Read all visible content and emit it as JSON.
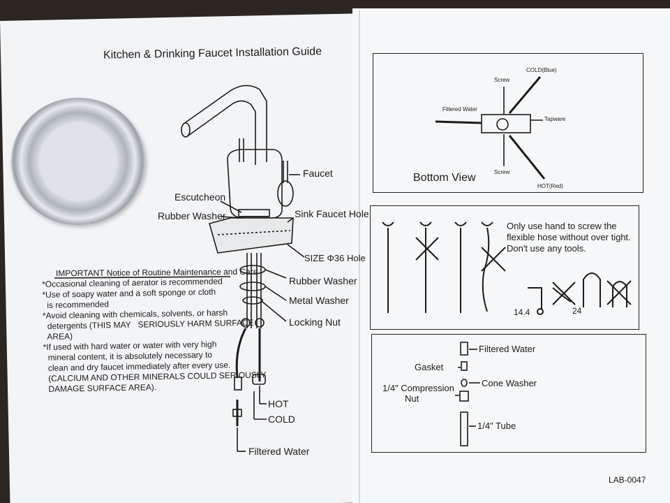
{
  "guide": {
    "title": "Kitchen & Drinking Faucet Installation Guide",
    "doc_code": "LAB-0047"
  },
  "faucet_labels": {
    "faucet": "Faucet",
    "escutcheon": "Escutcheon",
    "rubber_washer_top": "Rubber Washer",
    "sink_hole": "Sink Faucet Hole",
    "size_hole": "SIZE Φ36 Hole",
    "rubber_washer": "Rubber Washer",
    "metal_washer": "Metal Washer",
    "locking_nut": "Locking Nut",
    "hot": "HOT",
    "cold": "COLD",
    "filtered_water": "Filtered Water"
  },
  "notice": {
    "heading": "IMPORTANT Notice of Routine Maintenance and Care",
    "lines": [
      "*Occasional cleaning of aerator is recommended",
      "*Use of soapy water and a soft sponge or cloth",
      "  is recommended",
      "*Avoid cleaning with chemicals, solvents, or harsh",
      "  detergents (THIS MAY   SERIOUSLY HARM SURFACE",
      "  AREA)",
      "*If used with hard water or water with very high",
      "  mineral content, it is absolutely necessary to",
      "  clean and dry faucet immediately after every use.",
      "  (CALCIUM AND OTHER MINERALS COULD SERIOUSLY",
      "  DAMAGE SURFACE AREA)."
    ]
  },
  "bottom_view": {
    "title": "Bottom View",
    "screw_top": "Screw",
    "cold_blue": "COLD(Blue)",
    "filtered_water": "Filtered Water",
    "tapware": "Tapware",
    "screw_bottom": "Screw",
    "hot_red": "HOT(Red)"
  },
  "hose_panel": {
    "instruction": [
      "Only use hand to screw the",
      "flexible hose without over tight.",
      "Don't use any tools."
    ],
    "bend_min": "14.4",
    "bend_max": "24"
  },
  "fittings_panel": {
    "filtered_water": "Filtered Water",
    "gasket": "Gasket",
    "compression_nut_1": "1/4\" Compression",
    "compression_nut_2": "Nut",
    "cone_washer": "Cone Washer",
    "tube": "1/4\" Tube"
  },
  "colors": {
    "background": "#2b2622",
    "paper": "#f3f4f6",
    "ink": "#1a1a1a",
    "ring_metal": "#c9ced4"
  }
}
